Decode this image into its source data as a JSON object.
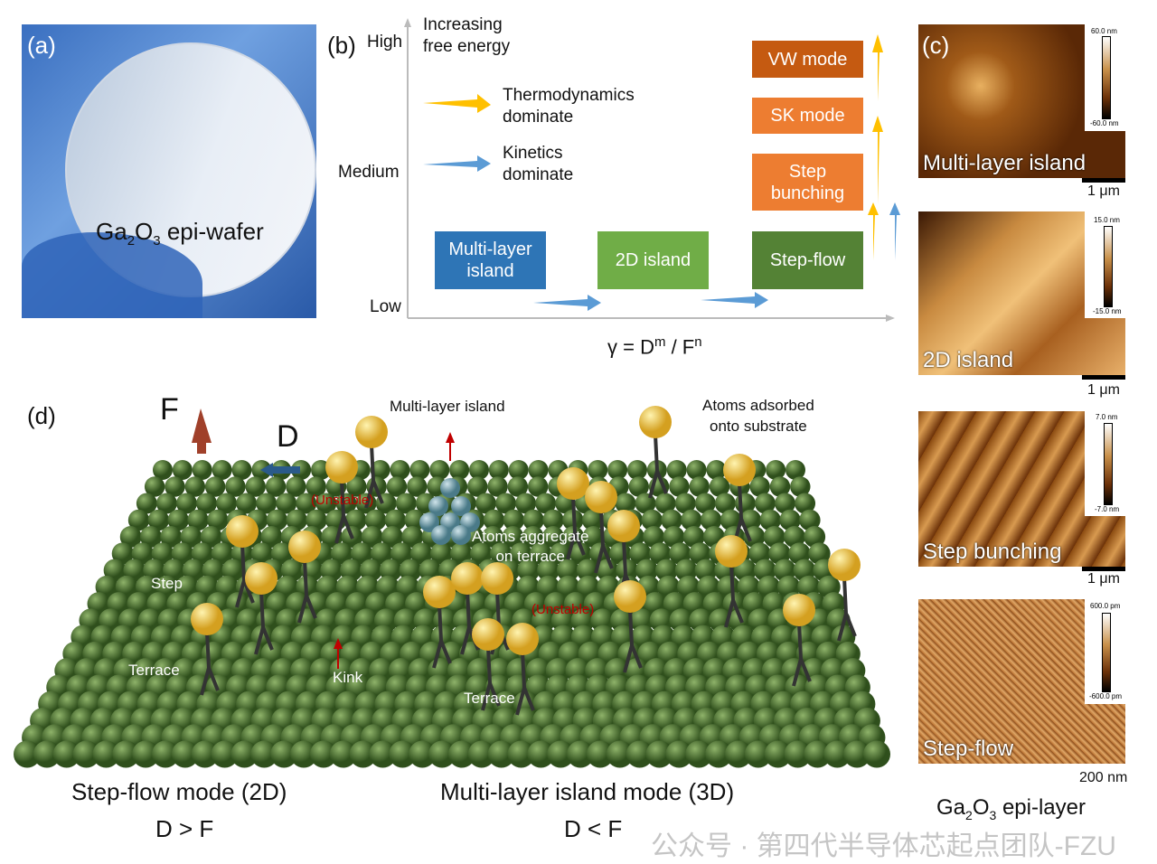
{
  "panel_a": {
    "label": "(a)",
    "caption_main": "Ga",
    "sub1": "2",
    "o": "O",
    "sub2": "3",
    "caption_rest": " epi-wafer"
  },
  "panel_b": {
    "label": "(b)",
    "y_high": "High",
    "y_medium": "Medium",
    "y_low": "Low",
    "y_title": "Increasing\nfree energy",
    "legend": [
      {
        "text": "Thermodynamics\ndominate",
        "color": "#ffc000"
      },
      {
        "text": "Kinetics\ndominate",
        "color": "#5b9bd5"
      }
    ],
    "boxes": {
      "vw": "VW mode",
      "sk": "SK mode",
      "step_bunching": "Step\nbunching",
      "multilayer": "Multi-layer\nisland",
      "island2d": "2D island",
      "stepflow": "Step-flow"
    },
    "x_formula": "γ = D",
    "x_m": "m",
    "x_mid": " / F",
    "x_n": "n"
  },
  "panel_c": {
    "label": "(c)",
    "images": [
      {
        "caption": "Multi-layer island",
        "max": "60.0 nm",
        "min": "-60.0 nm",
        "scale": "1 μm"
      },
      {
        "caption": "2D island",
        "max": "15.0 nm",
        "min": "-15.0 nm",
        "scale": "1 μm"
      },
      {
        "caption": "Step bunching",
        "max": "7.0 nm",
        "min": "-7.0 nm",
        "scale": "1 μm"
      },
      {
        "caption": "Step-flow",
        "max": "600.0 pm",
        "min": "-600.0 pm",
        "scale": "200 nm"
      }
    ],
    "footer_a": "Ga",
    "sub1": "2",
    "o": "O",
    "sub2": "3",
    "footer_rest": " epi-layer"
  },
  "panel_d": {
    "label": "(d)",
    "F": "F",
    "D": "D",
    "annotations": {
      "multilayer": "Multi-layer island",
      "adsorbed": "Atoms adsorbed\nonto substrate",
      "unstable1": "(Unstable)",
      "unstable2": "(Unstable)",
      "aggregate": "Atoms aggregate\non terrace",
      "step": "Step",
      "terrace1": "Terrace",
      "terrace2": "Terrace",
      "kink": "Kink"
    },
    "mode_left": "Step-flow mode (2D)",
    "cond_left": "D > F",
    "mode_right": "Multi-layer island mode (3D)",
    "cond_right": "D < F"
  },
  "watermark": "公众号 · 第四代半导体芯起点团队-FZU"
}
